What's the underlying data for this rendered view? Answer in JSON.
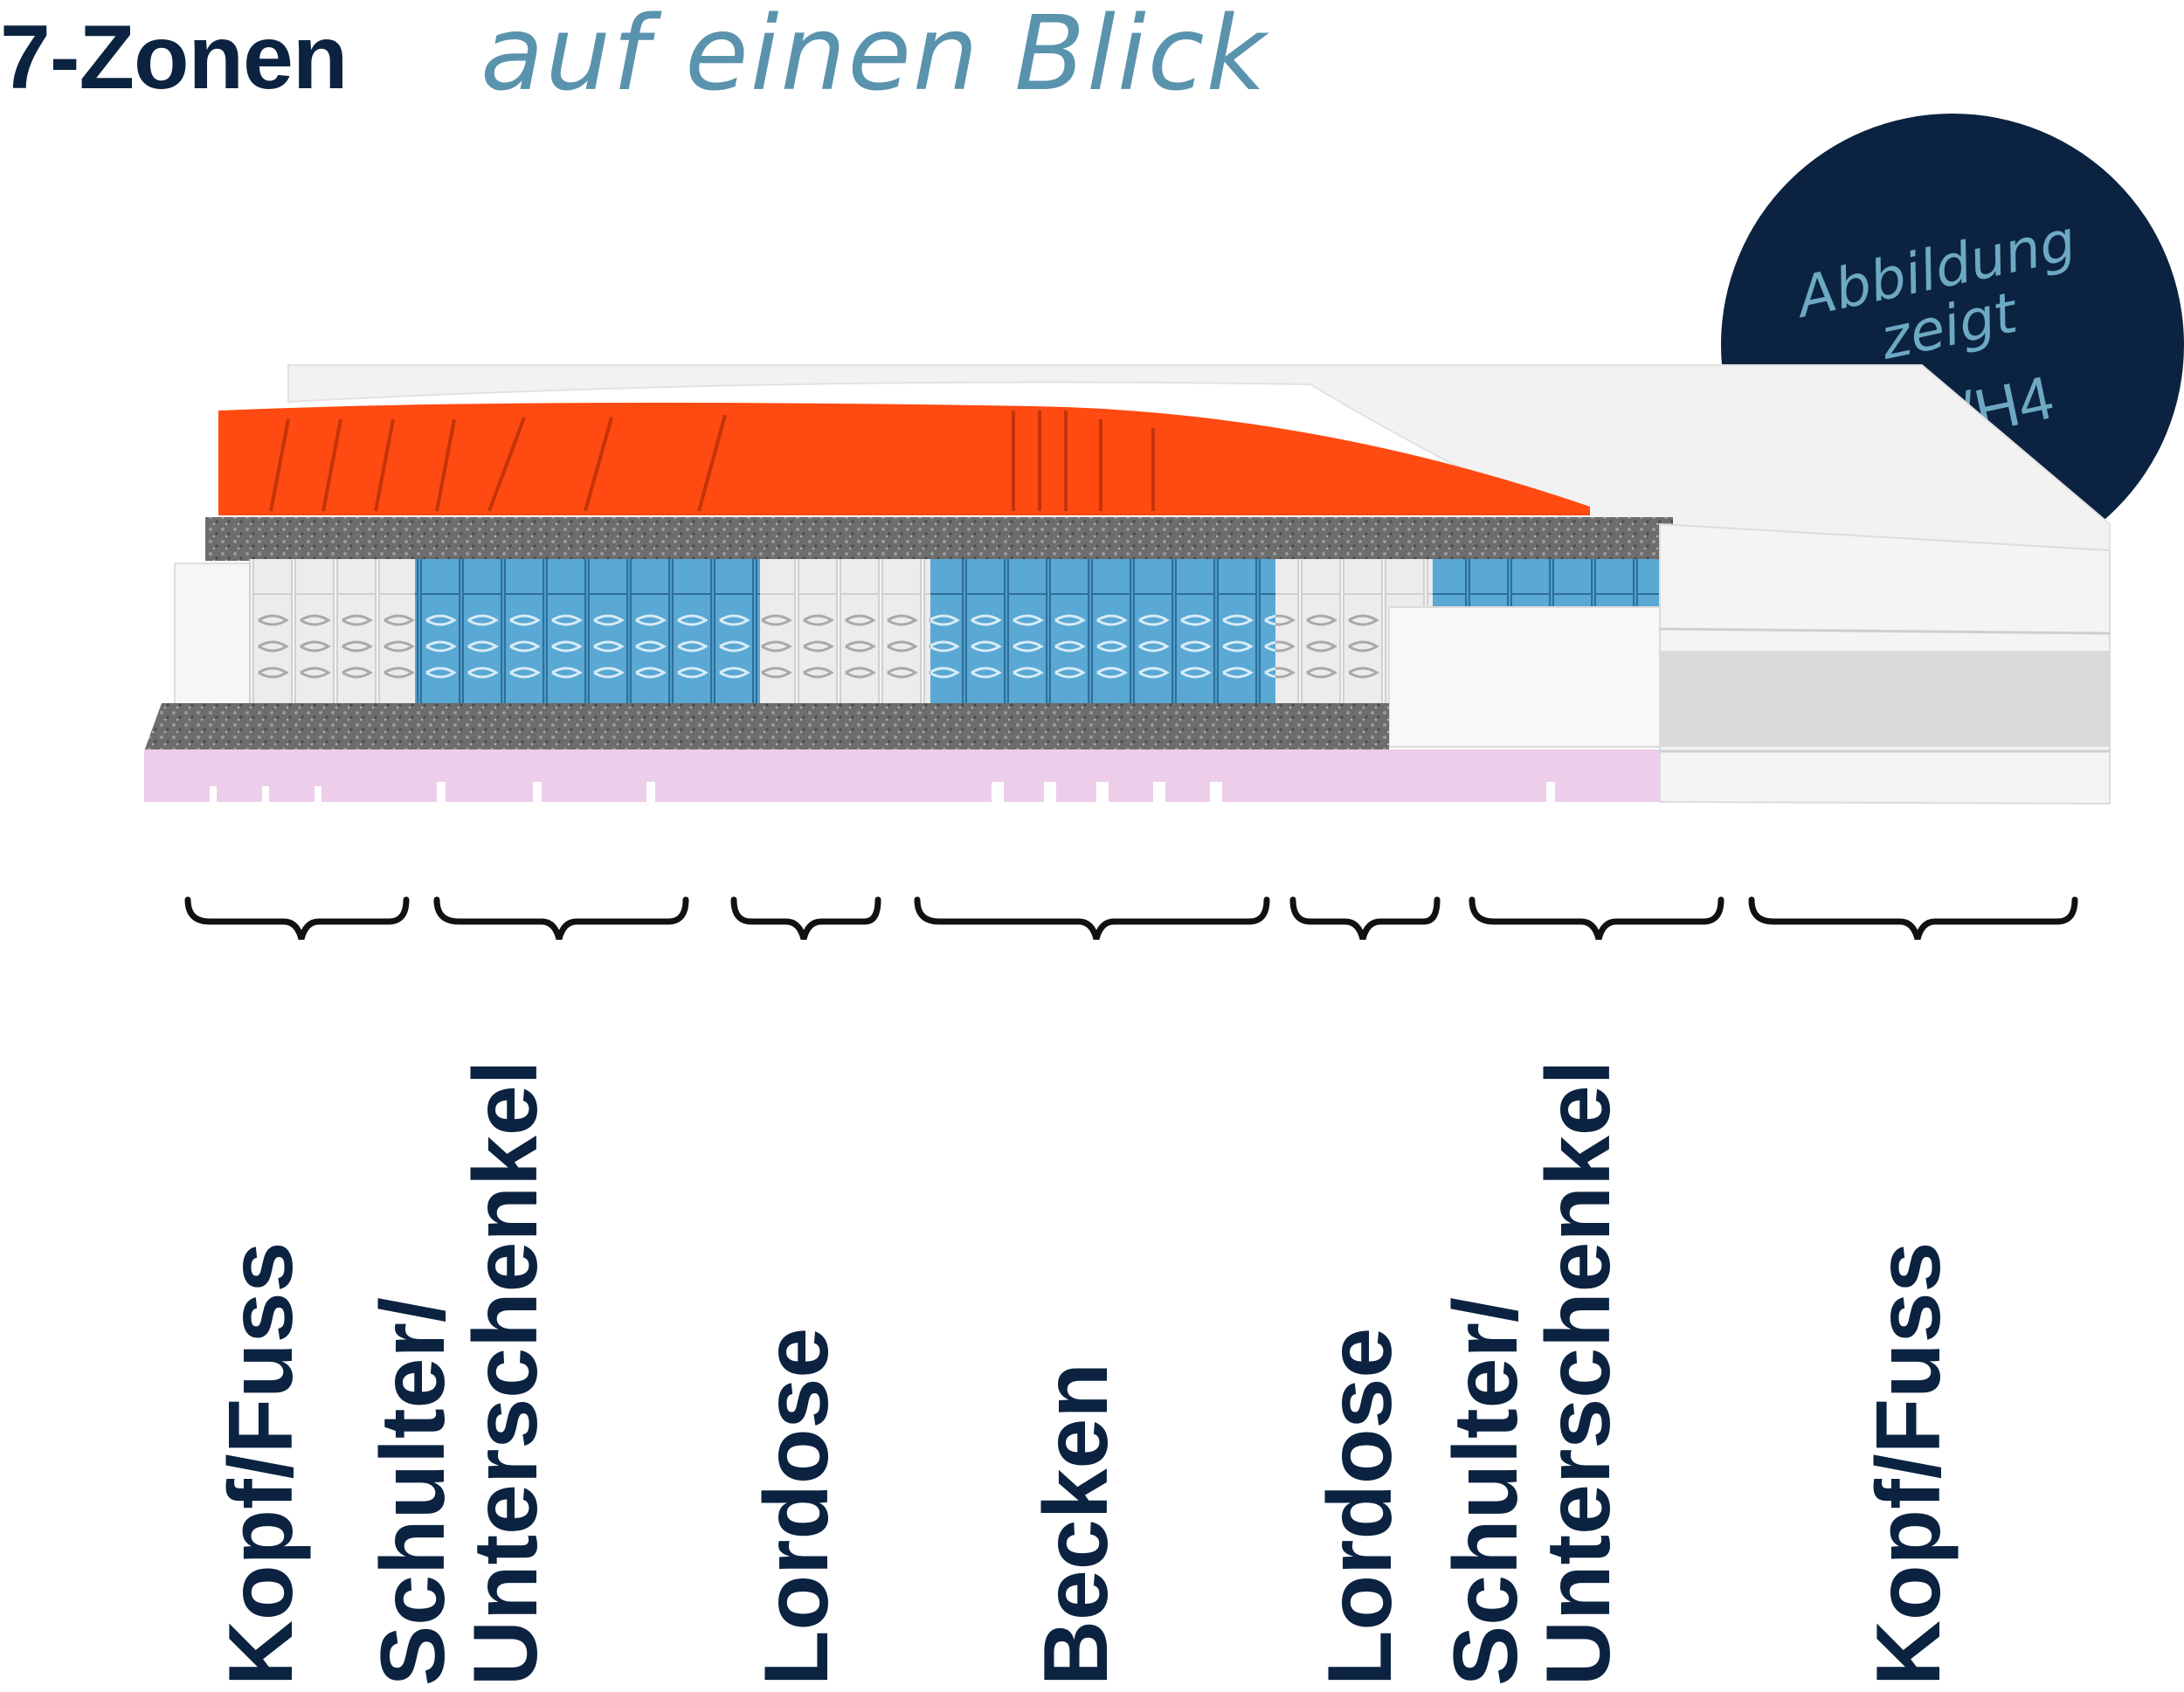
{
  "title": {
    "main": "7-Zonen",
    "script": "auf einen Blick"
  },
  "badge": {
    "line1": "Abbildung",
    "line2": "zeigt",
    "line3": "H3/H4"
  },
  "zones": [
    {
      "lines": [
        "Kopf/Fuss"
      ]
    },
    {
      "lines": [
        "Schulter/",
        "Unterschenkel"
      ]
    },
    {
      "lines": [
        "Lordose"
      ]
    },
    {
      "lines": [
        "Becken"
      ]
    },
    {
      "lines": [
        "Lordose"
      ]
    },
    {
      "lines": [
        "Schulter/",
        "Unterschenkel"
      ]
    },
    {
      "lines": [
        "Kopf/Fuss"
      ]
    }
  ],
  "colors": {
    "navy": "#0b2340",
    "script_blue": "#5a93ad",
    "foam_orange": "#ff4a12",
    "foam_pink": "#eccdea",
    "spring_blue": "#4e9dcc",
    "felt_grey": "#6b6b6b"
  }
}
